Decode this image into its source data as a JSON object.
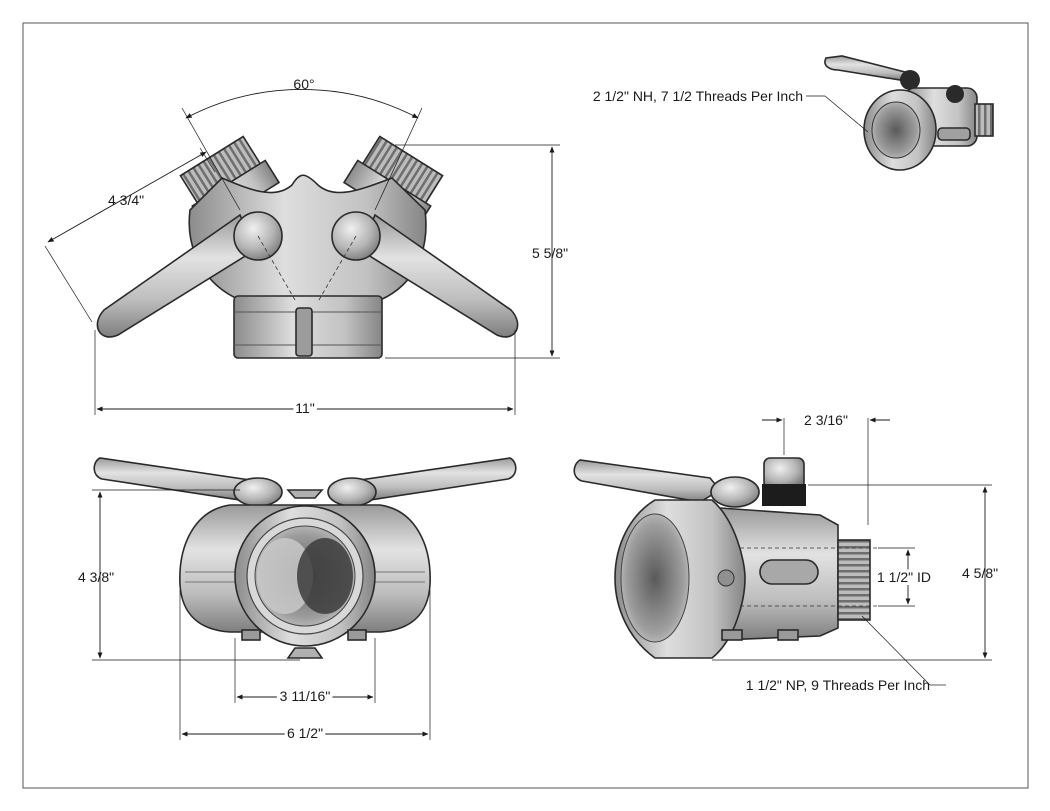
{
  "colors": {
    "metal_light": "#d6d6d6",
    "metal_mid": "#b8b8b8",
    "metal_dark": "#8a8a8a",
    "outline": "#2a2a2a",
    "black_part": "#1c1c1c"
  },
  "views": {
    "front": {
      "angle_label": "60°",
      "outlet_length": "4 3/4\"",
      "height": "5 5/8\"",
      "overall_width": "11\""
    },
    "iso": {
      "inlet_thread_note": "2 1/2\" NH, 7 1/2 Threads Per Inch"
    },
    "bottom": {
      "height": "4 3/8\"",
      "bolt_spacing": "3 11/16\"",
      "body_width": "6 1/2\""
    },
    "side": {
      "handle_offset": "2 3/16\"",
      "inner_diameter": "1 1/2\" ID",
      "height": "4 5/8\"",
      "outlet_thread_note": "1 1/2\" NP, 9 Threads Per Inch"
    }
  }
}
